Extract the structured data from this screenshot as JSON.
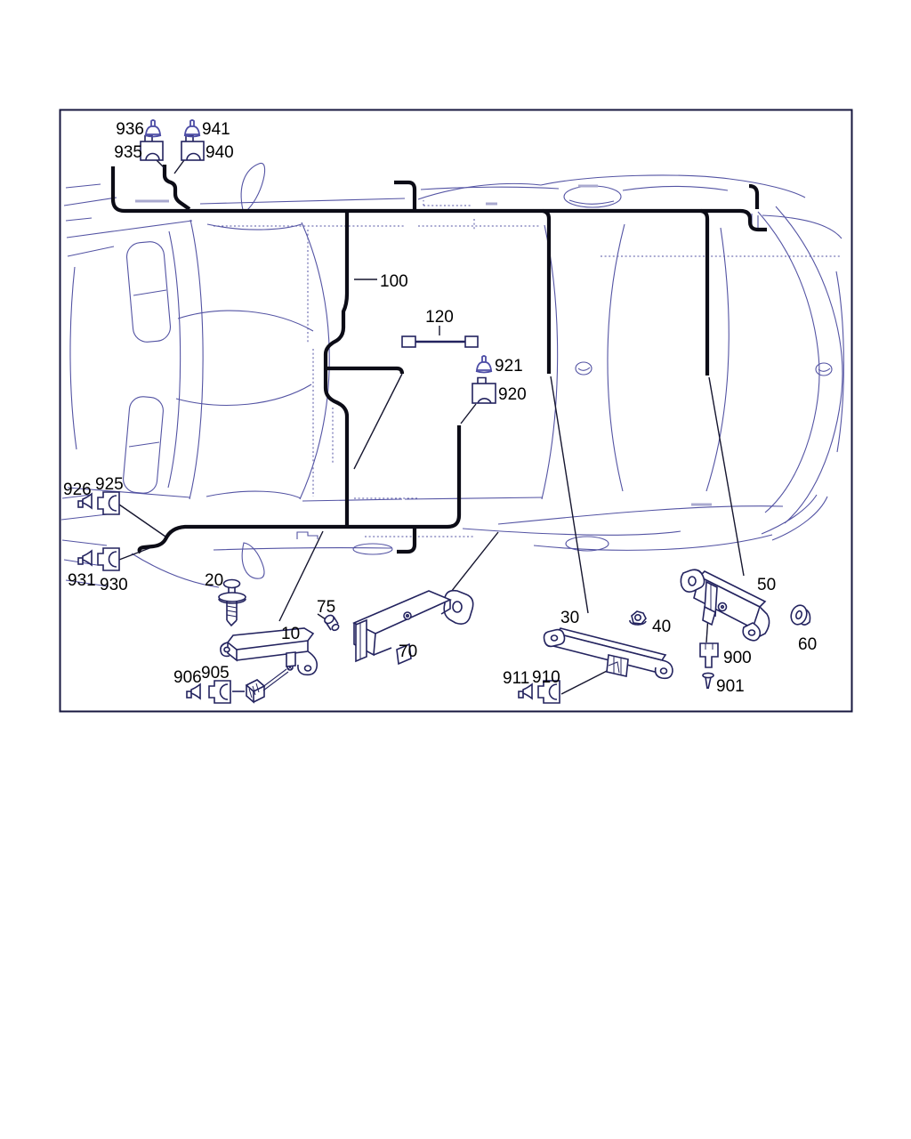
{
  "figure": {
    "type": "vehicle-parts-diagram",
    "description": "Top view of car body with electrical wiring harness routing, brackets, clips and connectors",
    "colors": {
      "frame": "#17173f",
      "body_line": "#5353a3",
      "body_line_light": "#a9a9cf",
      "harness": "#0c0c16",
      "part_line": "#23235f",
      "clip_blue": "#4d4da6",
      "label_text": "#000000",
      "background": "#ffffff"
    },
    "callouts": {
      "c936": {
        "label": "936",
        "icon": "cable-clip-icon"
      },
      "c941": {
        "label": "941",
        "icon": "cable-clip-icon"
      },
      "c935": {
        "label": "935",
        "icon": "connector-housing-icon"
      },
      "c940": {
        "label": "940",
        "icon": "connector-housing-icon"
      },
      "c100": {
        "label": "100",
        "icon": "harness-line"
      },
      "c120": {
        "label": "120",
        "icon": "cable-segment-icon"
      },
      "c921": {
        "label": "921",
        "icon": "cable-clip-icon"
      },
      "c920": {
        "label": "920",
        "icon": "connector-housing-icon"
      },
      "c926": {
        "label": "926",
        "icon": "plug-icon"
      },
      "c925": {
        "label": "925",
        "icon": "connector-housing-icon"
      },
      "c931": {
        "label": "931",
        "icon": "plug-icon"
      },
      "c930": {
        "label": "930",
        "icon": "connector-housing-icon"
      },
      "c20": {
        "label": "20",
        "icon": "expansion-rivet-icon"
      },
      "c10": {
        "label": "10",
        "icon": "bracket"
      },
      "c75": {
        "label": "75",
        "icon": "pin-icon"
      },
      "c70": {
        "label": "70",
        "icon": "bracket"
      },
      "c30": {
        "label": "30",
        "icon": "bracket"
      },
      "c40": {
        "label": "40",
        "icon": "flange-nut-icon"
      },
      "c50": {
        "label": "50",
        "icon": "bracket"
      },
      "c60": {
        "label": "60",
        "icon": "grommet-icon"
      },
      "c900": {
        "label": "900",
        "icon": "connector-housing-icon"
      },
      "c901": {
        "label": "901",
        "icon": "screw-icon"
      },
      "c911": {
        "label": "911",
        "icon": "plug-icon"
      },
      "c910": {
        "label": "910",
        "icon": "connector-housing-icon"
      },
      "c906": {
        "label": "906",
        "icon": "plug-icon"
      },
      "c905": {
        "label": "905",
        "icon": "connector-housing-icon"
      }
    }
  }
}
